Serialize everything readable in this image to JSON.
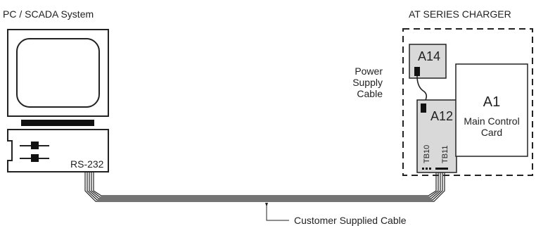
{
  "pc": {
    "title": "PC / SCADA System",
    "port_label": "RS-232"
  },
  "charger": {
    "title": "AT SERIES CHARGER",
    "a14": {
      "label": "A14"
    },
    "a12": {
      "label": "A12",
      "tb10": "TB10",
      "tb11": "TB11"
    },
    "a1": {
      "label": "A1",
      "line1": "Main Control",
      "line2": "Card"
    },
    "power_cable": {
      "line1": "Power",
      "line2": "Supply",
      "line3": "Cable"
    }
  },
  "cable": {
    "label": "Customer Supplied Cable"
  },
  "colors": {
    "stroke": "#222222",
    "card_fill": "#d9d9d9",
    "background": "#ffffff"
  }
}
